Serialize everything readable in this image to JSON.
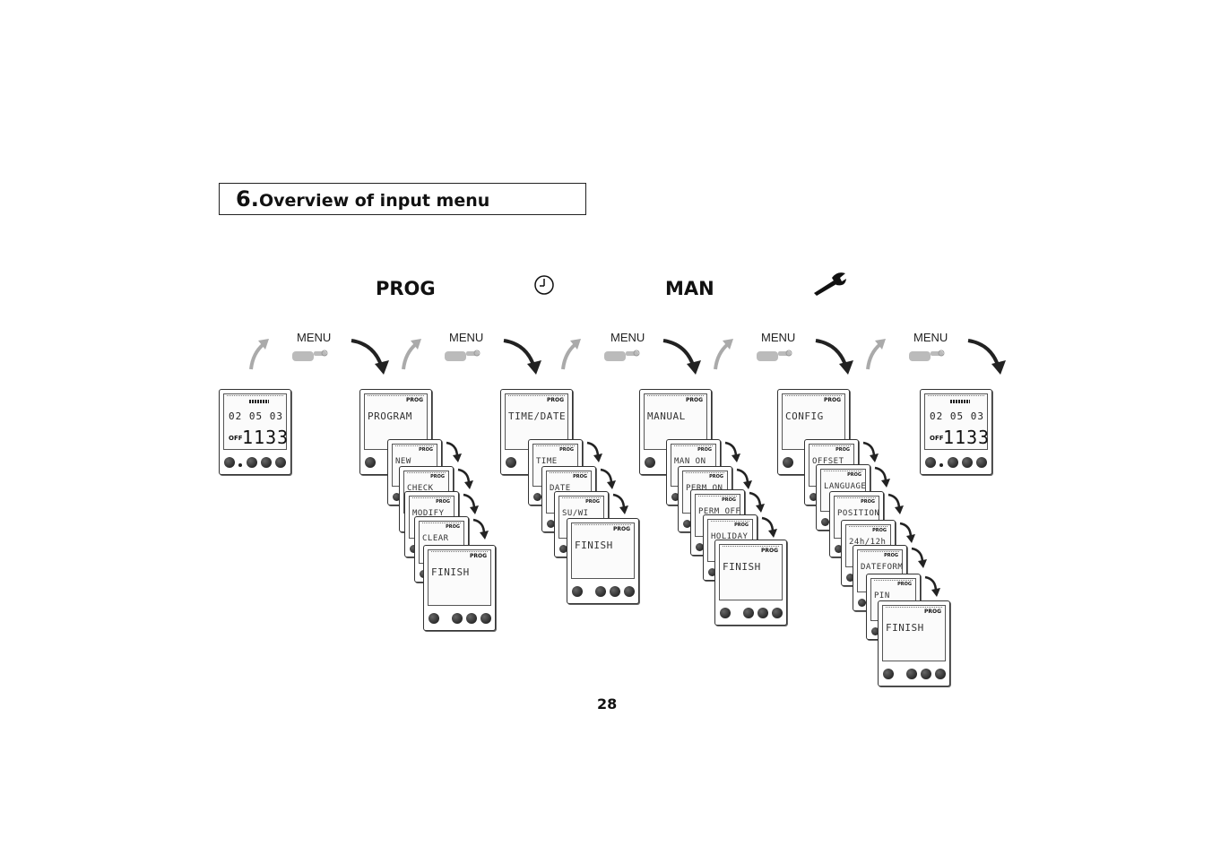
{
  "header": {
    "number": "6.",
    "title": "Overview of input menu"
  },
  "sections": {
    "prog": "PROG",
    "man": "MAN"
  },
  "menu_label": "MENU",
  "page_number": "28",
  "lcd": {
    "date": "02 05 03",
    "state": "OFF",
    "time": "1133"
  },
  "icons": [
    "clock-icon",
    "wrench-icon",
    "arrow-up-icon",
    "hand-icon",
    "arrow-down-icon"
  ],
  "devices": {
    "program": {
      "main": "PROGRAM",
      "mode": "PROG",
      "items": [
        "NEW",
        "CHECK",
        "MODIFY",
        "CLEAR",
        "FINISH"
      ]
    },
    "timedate": {
      "main": "TIME/DATE",
      "mode": "PROG",
      "items": [
        "TIME",
        "DATE",
        "SU/WI",
        "FINISH"
      ]
    },
    "manual": {
      "main": "MANUAL",
      "mode": "PROG",
      "items": [
        "MAN ON",
        "PERM ON",
        "PERM OFF",
        "HOLIDAY",
        "FINISH"
      ]
    },
    "config": {
      "main": "CONFIG",
      "mode": "PROG",
      "items": [
        "OFFSET",
        "LANGUAGE",
        "POSITION",
        "24h/12h",
        "DATEFORM",
        "PIN",
        "FINISH"
      ]
    }
  }
}
